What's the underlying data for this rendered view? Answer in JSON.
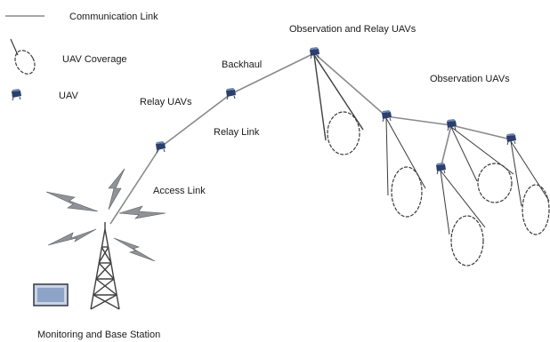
{
  "legend": {
    "link_label": "Communication Link",
    "coverage_label": "UAV Coverage",
    "uav_label": "UAV"
  },
  "labels": {
    "observation_relay": "Observation and Relay UAVs",
    "backhaul": "Backhaul",
    "observation": "Observation UAVs",
    "relay_uavs": "Relay UAVs",
    "relay_link": "Relay  Link",
    "access_link": "Access  Link",
    "station": "Monitoring and Base Station"
  },
  "colors": {
    "uav_body": "#2b3f6b",
    "link": "#8a8a8a",
    "screen_fill": "#5b7bb0"
  }
}
